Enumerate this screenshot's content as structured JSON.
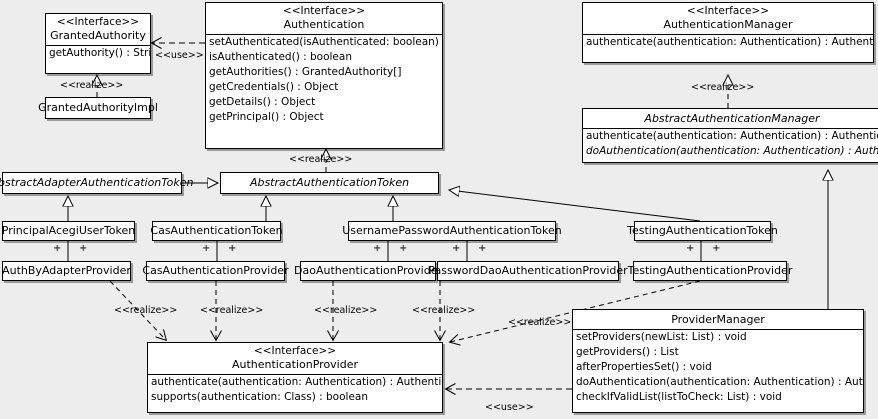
{
  "diagram": {
    "kind": "uml-class-diagram",
    "background": "#ededed",
    "box_fill": "#ffffff",
    "line_color": "#000000"
  },
  "stereotypes": {
    "interface": "<<Interface>>",
    "realize": "<<realize>>",
    "use": "<<use>>",
    "plus": "+"
  },
  "classes": {
    "granted_authority": {
      "stereotype": "<<Interface>>",
      "name": "GrantedAuthority",
      "operations": [
        "getAuthority() : String"
      ]
    },
    "granted_authority_impl": {
      "name": "GrantedAuthorityImpl"
    },
    "authentication": {
      "stereotype": "<<Interface>>",
      "name": "Authentication",
      "operations": [
        "setAuthenticated(isAuthenticated: boolean) : void",
        "isAuthenticated() : boolean",
        "getAuthorities() : GrantedAuthority[]",
        "getCredentials() : Object",
        "getDetails() : Object",
        "getPrincipal() : Object"
      ]
    },
    "authentication_manager": {
      "stereotype": "<<Interface>>",
      "name": "AuthenticationManager",
      "operations": [
        "authenticate(authentication: Authentication) : Authentication"
      ]
    },
    "abstract_authentication_manager": {
      "name": "AbstractAuthenticationManager",
      "operations": [
        "authenticate(authentication: Authentication) : Authentication",
        "doAuthentication(authentication: Authentication) : Authentication"
      ]
    },
    "abstract_adapter_authentication_token": {
      "name": "AbstractAdapterAuthenticationToken"
    },
    "abstract_authentication_token": {
      "name": "AbstractAuthenticationToken"
    },
    "principal_acegi_user_token": {
      "name": "PrincipalAcegiUserToken"
    },
    "cas_authentication_token": {
      "name": "CasAuthenticationToken"
    },
    "username_password_authentication_token": {
      "name": "UsernamePasswordAuthenticationToken"
    },
    "testing_authentication_token": {
      "name": "TestingAuthenticationToken"
    },
    "auth_by_adapter_provider": {
      "name": "AuthByAdapterProvider"
    },
    "cas_authentication_provider": {
      "name": "CasAuthenticationProvider"
    },
    "dao_authentication_provider": {
      "name": "DaoAuthenticationProvider"
    },
    "password_dao_authentication_provider": {
      "name": "PasswordDaoAuthenticationProvider"
    },
    "testing_authentication_provider": {
      "name": "TestingAuthenticationProvider"
    },
    "authentication_provider": {
      "stereotype": "<<Interface>>",
      "name": "AuthenticationProvider",
      "operations": [
        "authenticate(authentication: Authentication) : Authentication",
        "supports(authentication: Class) : boolean"
      ]
    },
    "provider_manager": {
      "name": "ProviderManager",
      "operations": [
        "setProviders(newList: List) : void",
        "getProviders() : List",
        "afterPropertiesSet() : void",
        "doAuthentication(authentication: Authentication) : Authentication",
        "checkIfValidList(listToCheck: List) : void"
      ]
    }
  },
  "edge_labels": {
    "use_granted_authority": "<<use>>",
    "realize_granted_authority_impl": "<<realize>>",
    "realize_authentication_token": "<<realize>>",
    "realize_abstract_authentication_manager": "<<realize>>",
    "realize_auth_by_adapter": "<<realize>>",
    "realize_cas_provider": "<<realize>>",
    "realize_dao_provider": "<<realize>>",
    "realize_password_dao_provider": "<<realize>>",
    "realize_provider_manager": "<<realize>>",
    "use_provider_manager": "<<use>>"
  }
}
